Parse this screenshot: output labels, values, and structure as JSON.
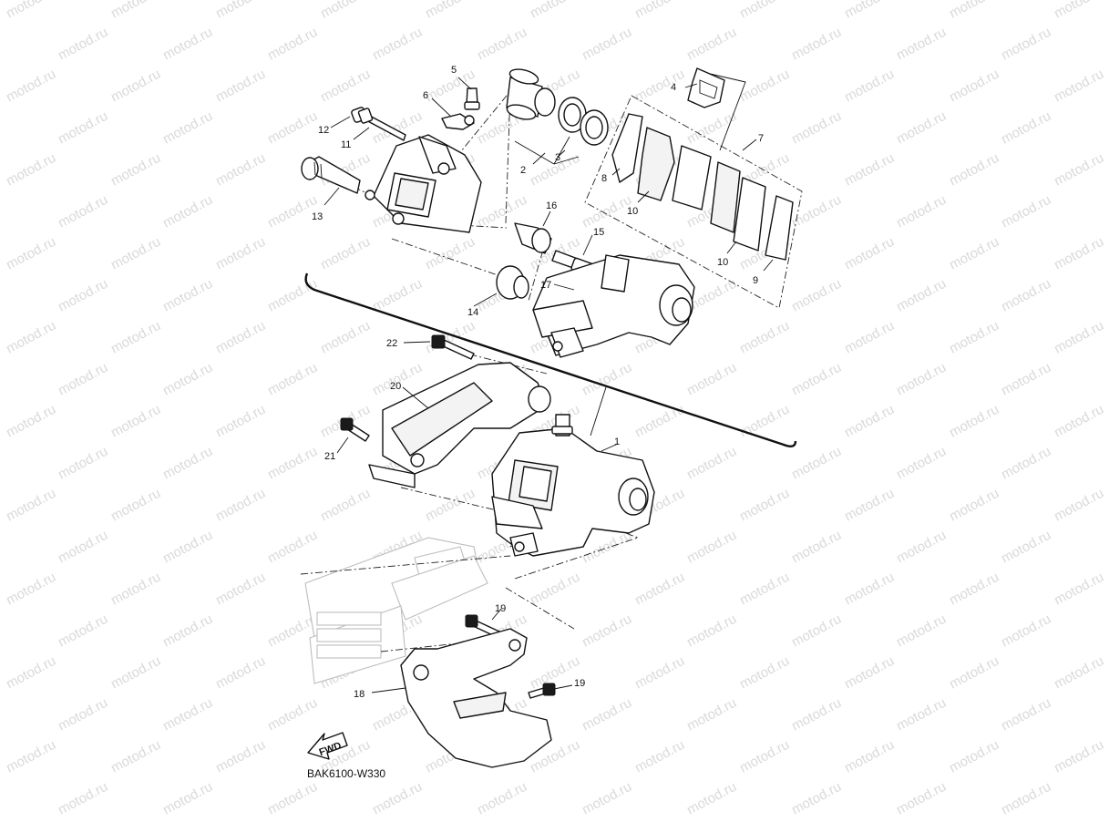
{
  "watermark": "motod.ru",
  "diagram_code": "BAK6100-W330",
  "fwd_label": "FWD",
  "colors": {
    "line": "#111111",
    "watermark": "#d9d9d9",
    "ghost": "#bdbdbd"
  },
  "callouts": [
    "1",
    "2",
    "3",
    "4",
    "5",
    "6",
    "7",
    "8",
    "9",
    "10",
    "10",
    "11",
    "12",
    "13",
    "14",
    "15",
    "16",
    "17",
    "18",
    "19",
    "19",
    "20",
    "21",
    "22"
  ]
}
